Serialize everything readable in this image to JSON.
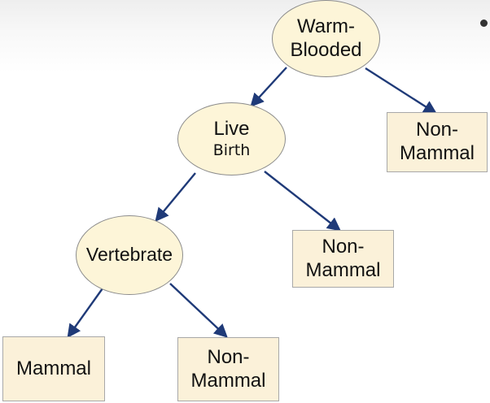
{
  "diagram": {
    "type": "decision-tree",
    "colors": {
      "edge": "#1f3a78",
      "node_fill": "#fdf5d8",
      "node_border": "#9a9a9a"
    },
    "nodes": {
      "warm": {
        "line1": "Warm-",
        "line2": "Blooded"
      },
      "live": {
        "line1": "Live",
        "line2": "Birth"
      },
      "vert": {
        "line1": "Vertebrate"
      },
      "nm_right": {
        "line1": "Non-",
        "line2": "Mammal"
      },
      "nm_mid": {
        "line1": "Non-",
        "line2": "Mammal"
      },
      "mammal": {
        "line1": "Mammal"
      },
      "nm_low": {
        "line1": "Non-",
        "line2": "Mammal"
      }
    },
    "edges": [
      {
        "from": "warm",
        "to": "live"
      },
      {
        "from": "warm",
        "to": "nm_right"
      },
      {
        "from": "live",
        "to": "vert"
      },
      {
        "from": "live",
        "to": "nm_mid"
      },
      {
        "from": "vert",
        "to": "mammal"
      },
      {
        "from": "vert",
        "to": "nm_low"
      }
    ]
  },
  "slide": {
    "bullet_icon": "bullet-dot-icon"
  }
}
